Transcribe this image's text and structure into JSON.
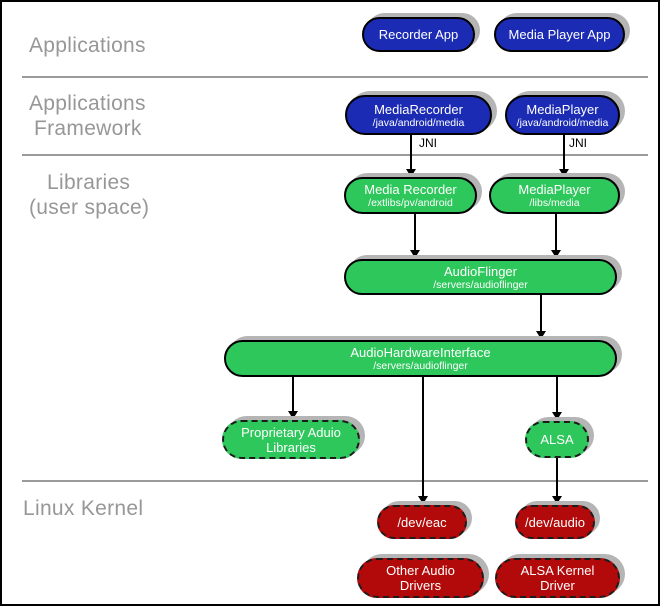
{
  "layers": {
    "applications": {
      "label": "Applications"
    },
    "framework": {
      "line1": "Applications",
      "line2": "Framework"
    },
    "libraries": {
      "line1": "Libraries",
      "line2": "(user space)"
    },
    "kernel": {
      "label": "Linux Kernel"
    }
  },
  "nodes": {
    "recorder_app": {
      "title": "Recorder App"
    },
    "media_player_app": {
      "title": "Media Player App"
    },
    "media_recorder_fw": {
      "title": "MediaRecorder",
      "subtitle": "/java/android/media"
    },
    "media_player_fw": {
      "title": "MediaPlayer",
      "subtitle": "/java/android/media"
    },
    "media_recorder_lib": {
      "title": "Media Recorder",
      "subtitle": "/extlibs/pv/android"
    },
    "media_player_lib": {
      "title": "MediaPlayer",
      "subtitle": "/libs/media"
    },
    "audio_flinger": {
      "title": "AudioFlinger",
      "subtitle": "/servers/audioflinger"
    },
    "audio_hw_interface": {
      "title": "AudioHardwareInterface",
      "subtitle": "/servers/audioflinger"
    },
    "proprietary_audio": {
      "title": "Proprietary Aduio Libraries"
    },
    "alsa": {
      "title": "ALSA"
    },
    "dev_eac": {
      "title": "/dev/eac"
    },
    "dev_audio": {
      "title": "/dev/audio"
    },
    "other_audio_drivers": {
      "title": "Other Audio Drivers"
    },
    "alsa_kernel_driver": {
      "title": "ALSA Kernel Driver"
    }
  },
  "labels": {
    "jni": "JNI"
  },
  "colors": {
    "app_blue": "#1b2bb3",
    "lib_green": "#2ec75c",
    "kernel_red": "#b20a0a",
    "shadow_gray": "#b5b5b5",
    "layer_label_gray": "#979797",
    "separator_gray": "#9a9a9a",
    "connector_black": "#000000"
  }
}
